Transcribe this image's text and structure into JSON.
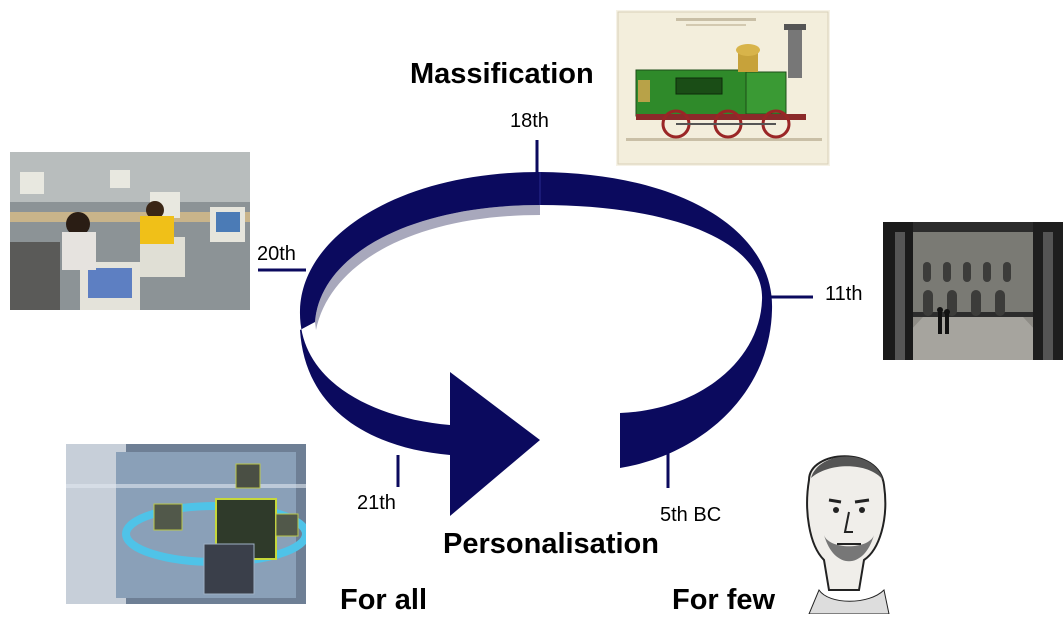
{
  "titles": {
    "top": "Massification",
    "bottom": "Personalisation",
    "left_bottom": "For all",
    "right_bottom": "For few"
  },
  "ticks": {
    "t18": "18th",
    "t20": "20th",
    "t11": "11th",
    "t21": "21th",
    "t5bc": "5th BC"
  },
  "colors": {
    "ring": "#0b0a5e",
    "ring_dark": "#07063f"
  },
  "images": [
    {
      "name": "locomotive-illustration",
      "shows": "antique steam locomotive drawing"
    },
    {
      "name": "computer-lab-photo",
      "shows": "students at computers"
    },
    {
      "name": "cloister-photo",
      "shows": "university cloister courtyard"
    },
    {
      "name": "network-cubes-illustration",
      "shows": "cubes on glowing ring"
    },
    {
      "name": "philosopher-bust-sketch",
      "shows": "engraved portrait of ancient philosopher"
    }
  ]
}
